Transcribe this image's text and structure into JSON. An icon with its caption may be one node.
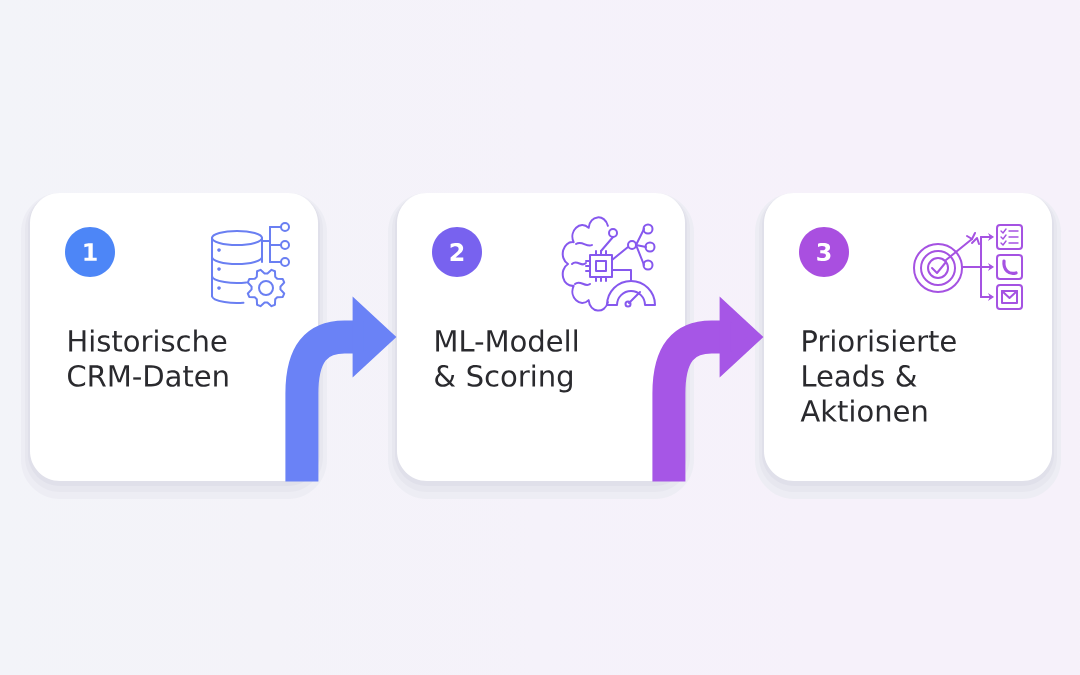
{
  "diagram": {
    "nodes": [
      {
        "text": [
          "Historische CRM-Daten"
        ]
      },
      {
        "text": [
          "1"
        ],
        "in": 0
      },
      {
        "text": [
          "ML-Modell & Scoring"
        ]
      },
      {
        "text": [
          "2"
        ],
        "in": 2
      },
      {
        "text": [
          "Priorisierte Leads & Aktionen"
        ]
      },
      {
        "text": [
          "3"
        ],
        "in": 4
      }
    ],
    "edges": [
      {
        "from": 0,
        "to": 2,
        "arrow": "to",
        "color": "#6a82f6"
      },
      {
        "from": 2,
        "to": 4,
        "arrow": "to",
        "color": "#a656e6"
      }
    ]
  }
}
